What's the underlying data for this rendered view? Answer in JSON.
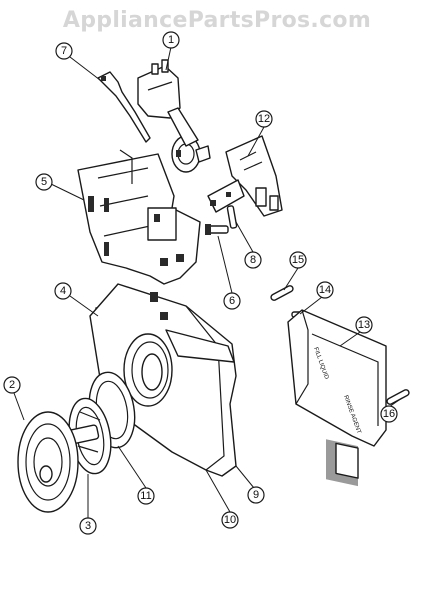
{
  "watermark": "AppliancePartsPros.com",
  "callouts": [
    {
      "id": "1",
      "label": "1"
    },
    {
      "id": "2",
      "label": "2"
    },
    {
      "id": "3",
      "label": "3"
    },
    {
      "id": "4",
      "label": "4"
    },
    {
      "id": "5",
      "label": "5"
    },
    {
      "id": "6",
      "label": "6"
    },
    {
      "id": "7",
      "label": "7"
    },
    {
      "id": "8",
      "label": "8"
    },
    {
      "id": "9",
      "label": "9"
    },
    {
      "id": "10",
      "label": "10"
    },
    {
      "id": "11",
      "label": "11"
    },
    {
      "id": "12",
      "label": "12"
    },
    {
      "id": "13",
      "label": "13"
    },
    {
      "id": "14",
      "label": "14"
    },
    {
      "id": "15",
      "label": "15"
    },
    {
      "id": "16",
      "label": "16"
    }
  ]
}
